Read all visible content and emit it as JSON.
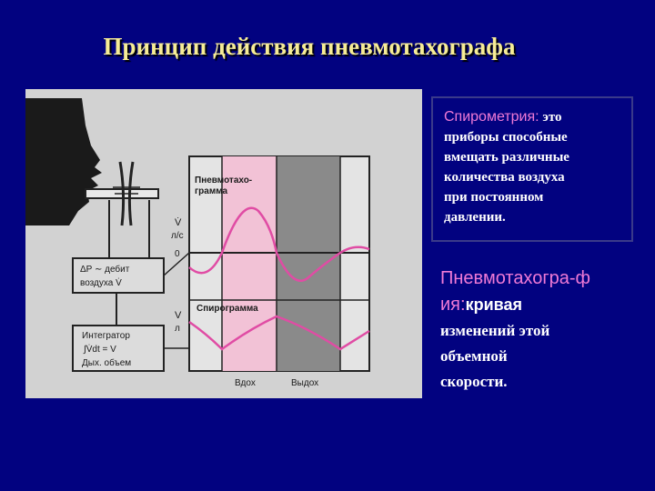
{
  "title": "Принцип действия пневмотахографа",
  "definition_box": {
    "term": "Спирометрия",
    "term_suffix": ":",
    "lines": [
      "это",
      "приборы способные",
      "вмещать различные",
      "количества воздуха",
      "при постоянном",
      "давлении."
    ]
  },
  "definition_2": {
    "term_line1": "Пневмотахогра-ф",
    "term_line2": "ия:",
    "lead": "кривая",
    "lines": [
      "изменений этой",
      "объемной",
      "скорости."
    ]
  },
  "figure": {
    "pneumo_label_1": "Пневмотахо-",
    "pneumo_label_2": "грамма",
    "spiro_label": "Спирограмма",
    "flow_symbol": "V̇",
    "flow_unit": "л/с",
    "zero": "0",
    "volume_symbol": "V",
    "volume_unit": "л",
    "inhale": "Вдох",
    "exhale": "Выдох",
    "box_flow_line1": "ΔP ∼ дебит",
    "box_flow_line2": "воздуха V̇",
    "box_int_line1": "Интегратор",
    "box_int_line2": "∫V̇dt = V",
    "box_int_line3": "Дых. объем"
  },
  "colors": {
    "background": "#020280",
    "title": "#f6ec96",
    "pink": "#f07ad6",
    "band": "#f2c2d6",
    "dark_band": "#8a8a8a"
  }
}
